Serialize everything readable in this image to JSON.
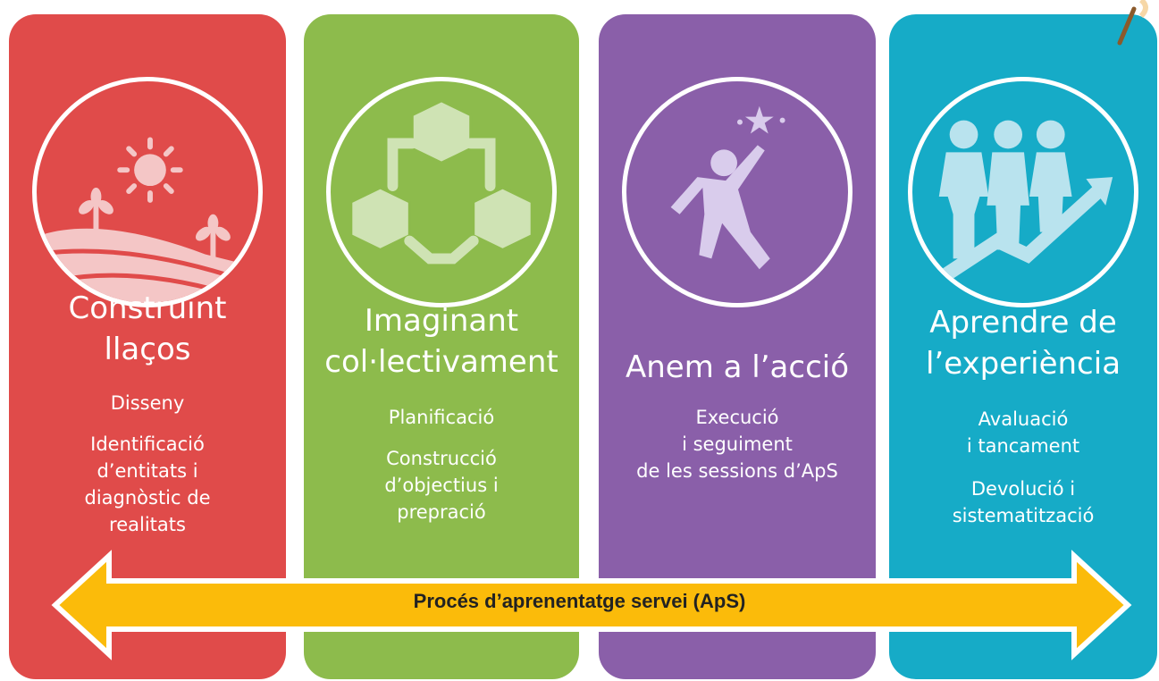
{
  "stages": [
    {
      "title": "Construint\nllaços",
      "desc": [
        "Disseny",
        "Identificació\nd’entitats  i\ndiagnòstic de\nrealitats"
      ],
      "color": "#e04b4a",
      "icon": "landscape-sun-icon"
    },
    {
      "title": "Imaginant\ncol·lectivament",
      "desc": [
        "Planificació",
        "Construcció\nd’objectius i\nprepració"
      ],
      "color": "#8dbb4c",
      "icon": "connected-cubes-icon"
    },
    {
      "title": "Anem a l’acció",
      "desc": [
        "Execució\ni seguiment\nde les sessions d’ApS"
      ],
      "color": "#8a5fa9",
      "icon": "reaching-star-icon"
    },
    {
      "title": "Aprendre de\nl’experiència",
      "desc": [
        "Avaluació\ni tancament",
        "Devolució i\nsistematització"
      ],
      "color": "#16abc7",
      "icon": "people-growth-icon"
    }
  ],
  "arrow": {
    "label": "Procés d’aprenentatge servei (ApS)",
    "color": "#fbbb0a"
  }
}
